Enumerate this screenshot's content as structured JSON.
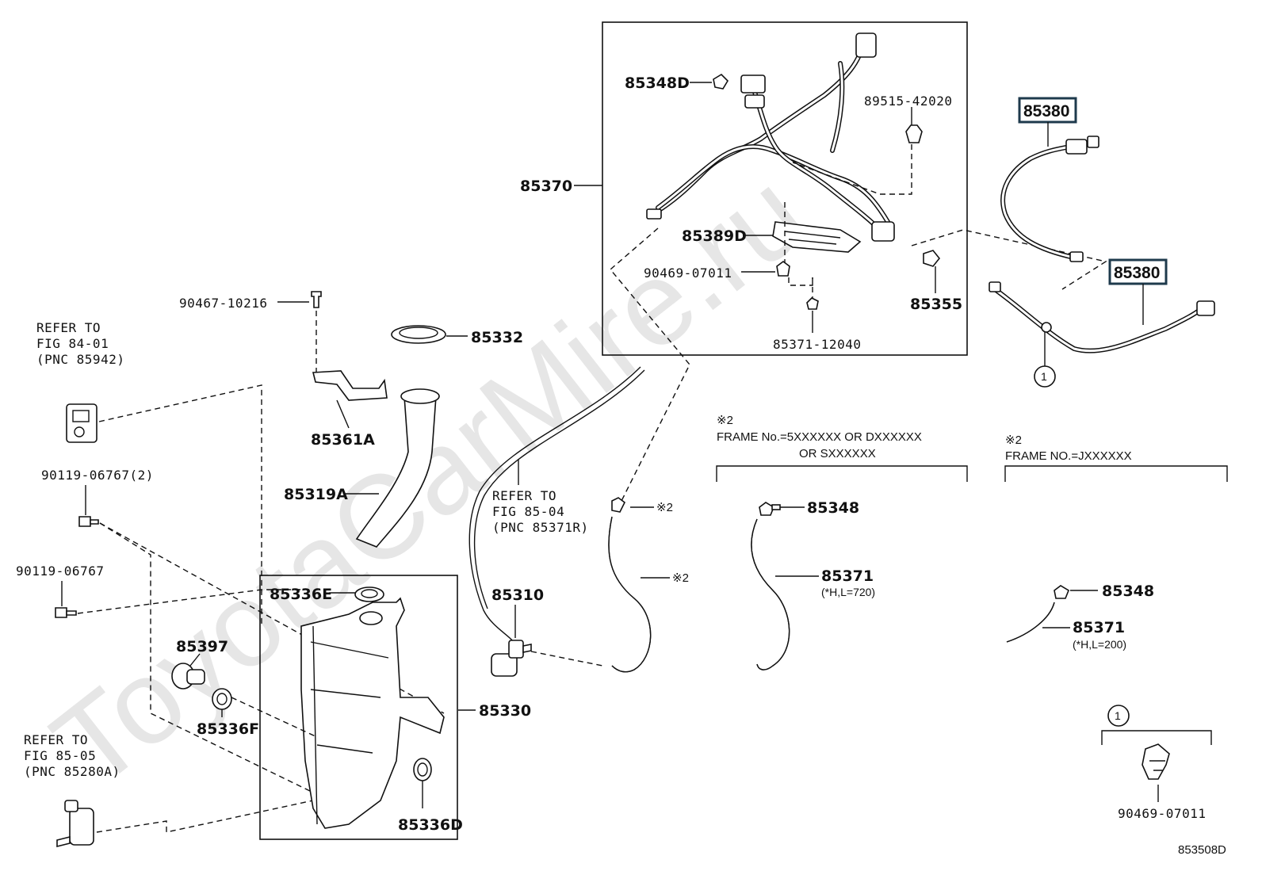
{
  "watermark": "ToyotaCarMire.ru",
  "figure_id": "853508D",
  "parts": {
    "p85348D": "85348D",
    "p89515": "89515-42020",
    "p85380a": "85380",
    "p85370": "85370",
    "p85389D": "85389D",
    "p90469a": "90469-07011",
    "p85355": "85355",
    "p85380b": "85380",
    "p85371_12040": "85371-12040",
    "p90467": "90467-10216",
    "p85332": "85332",
    "p85361A": "85361A",
    "p85319A": "85319A",
    "p90119_2": "90119-06767(2)",
    "p90119": "90119-06767",
    "p85336E": "85336E",
    "p85397": "85397",
    "p85336F": "85336F",
    "p85330": "85330",
    "p85336D": "85336D",
    "p85310": "85310",
    "p85348_a": "85348",
    "p85371_a": "85371",
    "p85371_a_note": "(*H,L=720)",
    "p85348_b": "85348",
    "p85371_b": "85371",
    "p85371_b_note": "(*H,L=200)",
    "p90469b": "90469-07011",
    "mark2a": "※2",
    "mark2b": "※2"
  },
  "refs": {
    "r1_line1": "REFER TO",
    "r1_line2": "FIG 84-01",
    "r1_line3": "(PNC 85942)",
    "r2_line1": "REFER TO",
    "r2_line2": "FIG 85-05",
    "r2_line3": "(PNC 85280A)",
    "r3_line1": "REFER TO",
    "r3_line2": "FIG 85-04",
    "r3_line3": "(PNC 85371R)"
  },
  "notes": {
    "frame1_mark": "※2",
    "frame1_line1": "FRAME No.=5XXXXXX OR DXXXXXX",
    "frame1_line2": "OR SXXXXXX",
    "frame2_mark": "※2",
    "frame2_line1": "FRAME NO.=JXXXXXX",
    "callout1a": "1",
    "callout1b": "1"
  }
}
